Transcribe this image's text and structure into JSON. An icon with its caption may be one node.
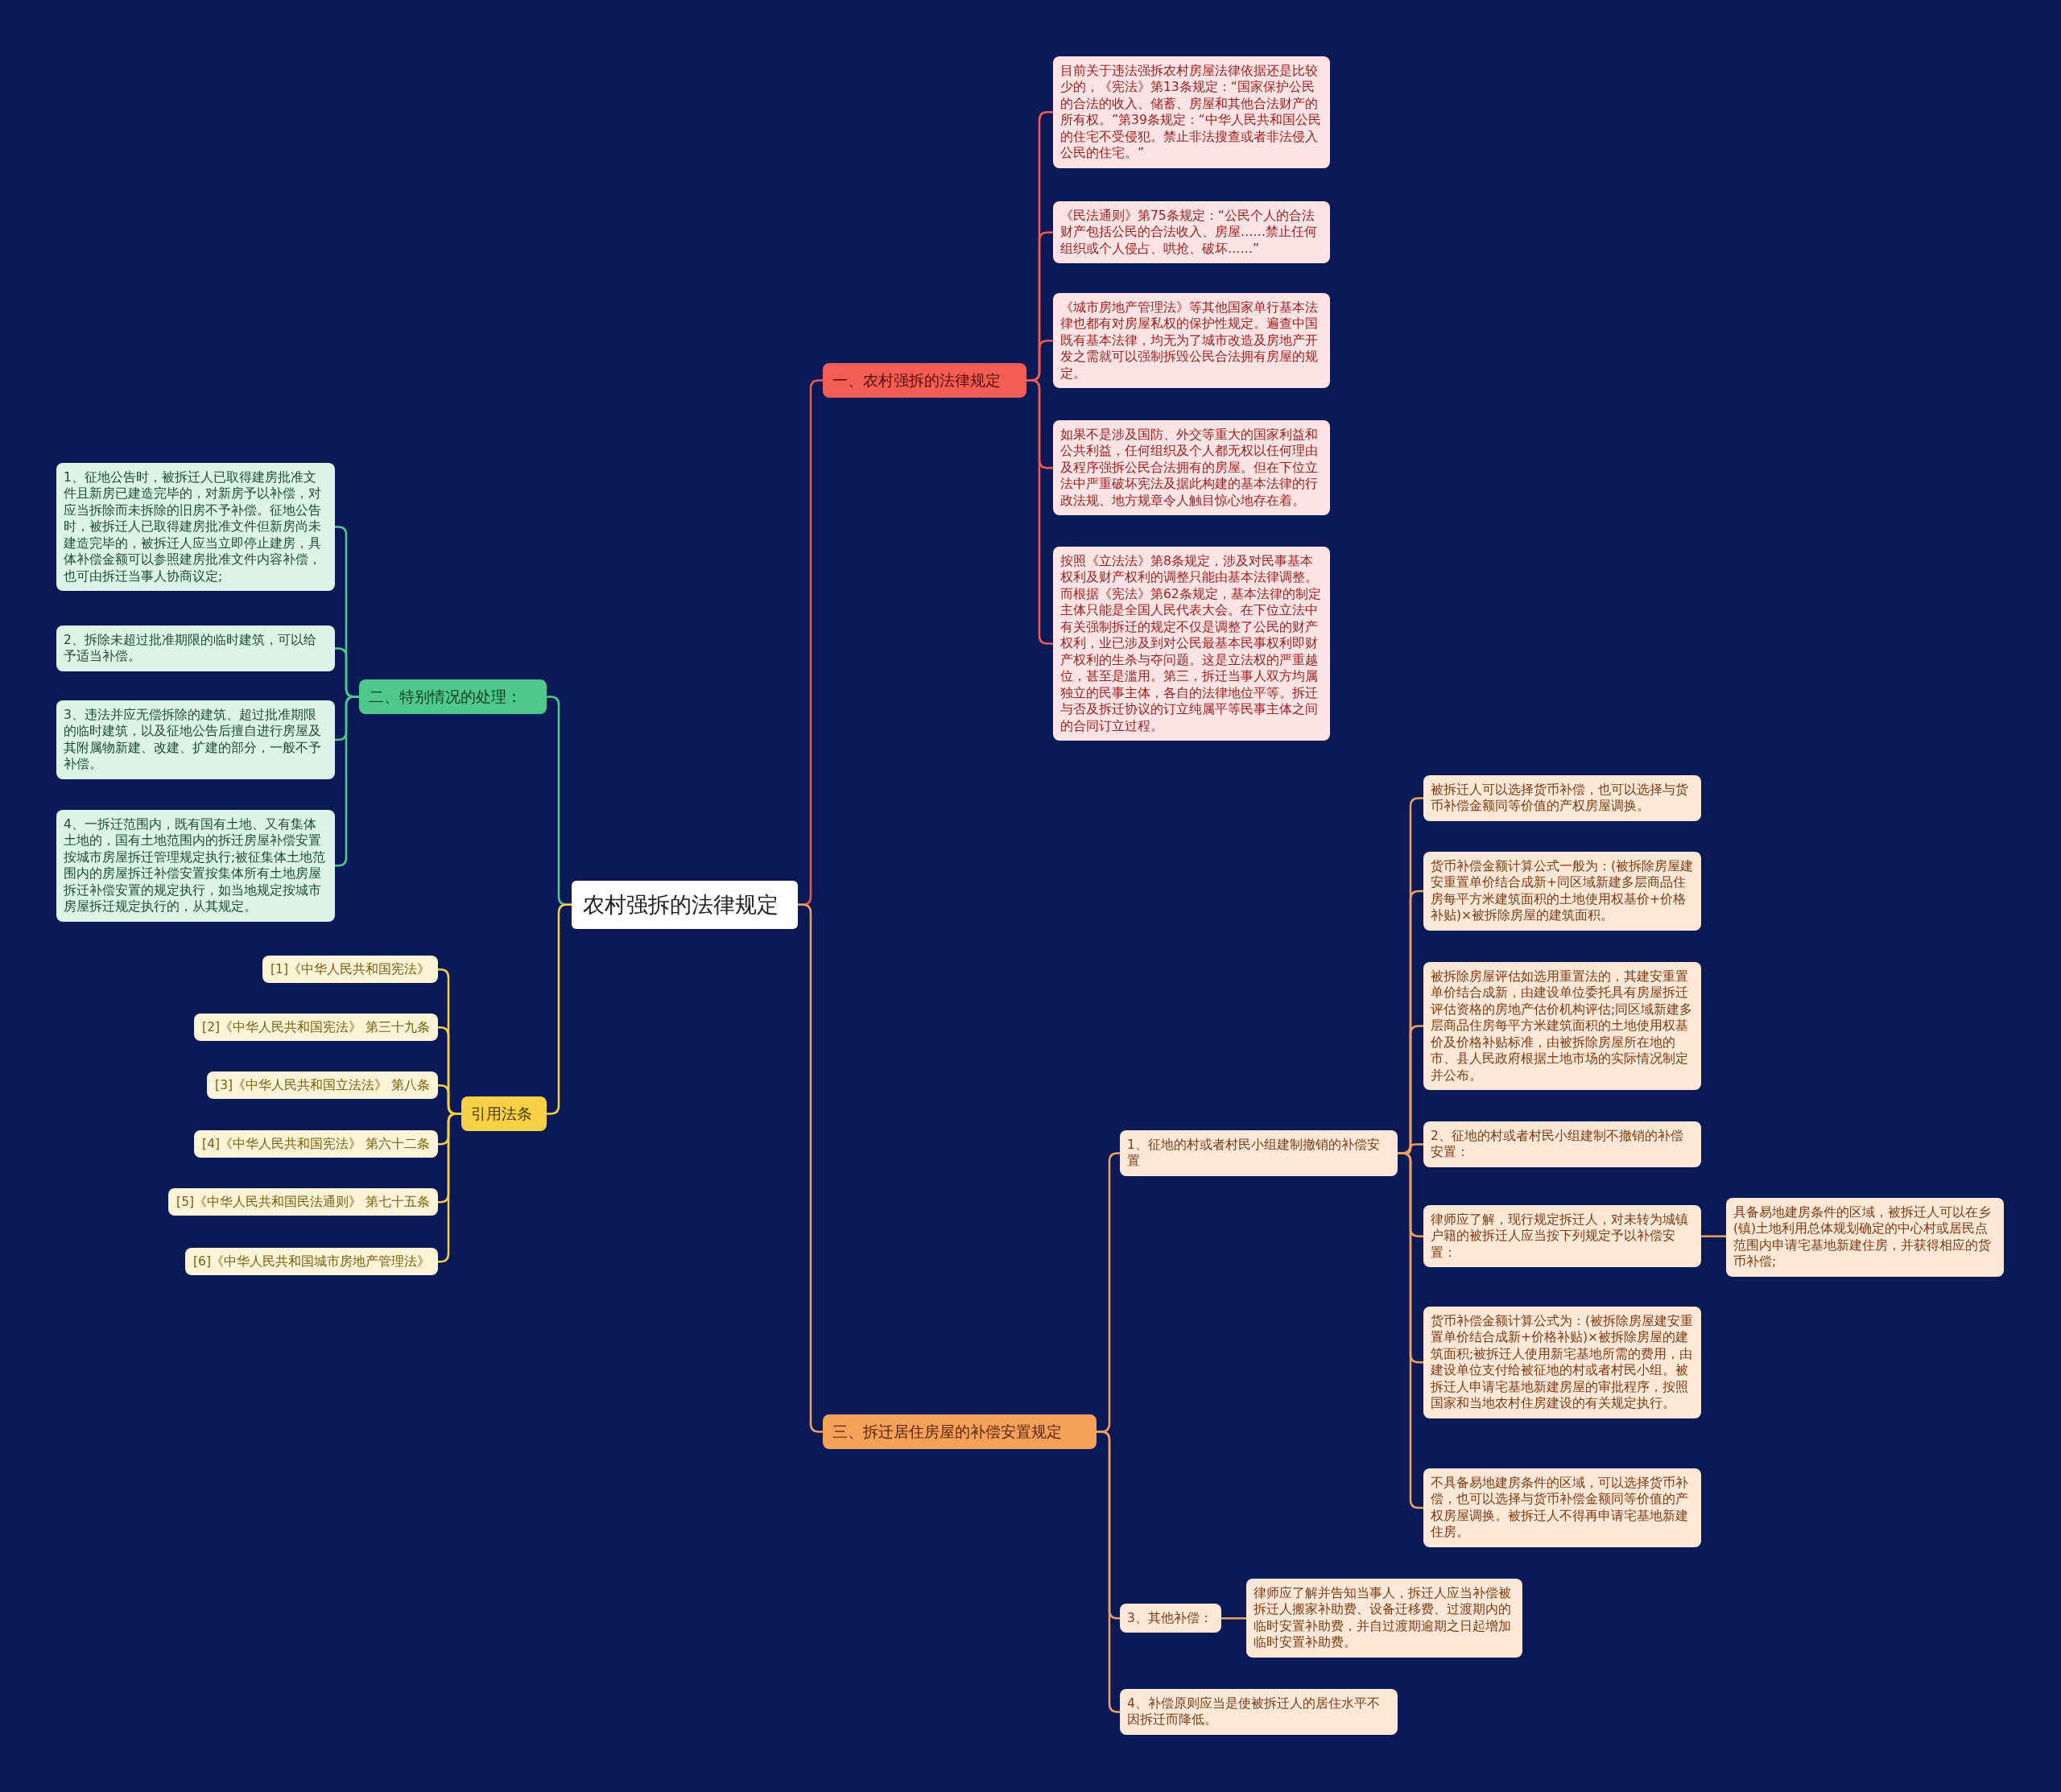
{
  "diagram": {
    "nodes": [
      {
        "text": [
          "农村强拆的法律规定"
        ]
      },
      {
        "text": [
          "一、农村强拆的法律规定"
        ]
      },
      {
        "text": [
          "目前关于违法强拆农村房屋法律依据还是比较少的，《宪法》第13条规定：“国家保护公民的合法的收入、储蓄、房屋和其他合法财产的所有权。”第39条规定：“中华人民共和国公民的住宅不受侵犯。禁止非法搜查或者非法侵入公民的住宅。”"
        ]
      },
      {
        "text": [
          "《民法通则》第75条规定：“公民个人的合法财产包括公民的合法收入、房屋……禁止任何组织或个人侵占、哄抢、破坏……”"
        ]
      },
      {
        "text": [
          "《城市房地产管理法》等其他国家单行基本法律也都有对房屋私权的保护性规定。遍查中国既有基本法律，均无为了城市改造及房地产开发之需就可以强制拆毁公民合法拥有房屋的规定。"
        ]
      },
      {
        "text": [
          "如果不是涉及国防、外交等重大的国家利益和公共利益，任何组织及个人都无权以任何理由及程序强拆公民合法拥有的房屋。但在下位立法中严重破坏宪法及据此构建的基本法律的行政法规、地方规章令人触目惊心地存在着。"
        ]
      },
      {
        "text": [
          "按照《立法法》第8条规定，涉及对民事基本权利及财产权利的调整只能由基本法律调整。而根据《宪法》第62条规定，基本法律的制定主体只能是全国人民代表大会。在下位立法中有关强制拆迁的规定不仅是调整了公民的财产权利，业已涉及到对公民最基本民事权利即财产权利的生杀与夺问题。这是立法权的严重越位，甚至是滥用。第三，拆迁当事人双方均属独立的民事主体，各自的法律地位平等。拆迁与否及拆迁协议的订立纯属平等民事主体之间的合同订立过程。"
        ]
      },
      {
        "text": [
          "二、特别情况的处理："
        ]
      },
      {
        "text": [
          "1、征地公告时，被拆迁人已取得建房批准文件且新房已建造完毕的，对新房予以补偿，对应当拆除而未拆除的旧房不予补偿。征地公告时，被拆迁人已取得建房批准文件但新房尚未建造完毕的，被拆迁人应当立即停止建房，具体补偿金额可以参照建房批准文件内容补偿，也可由拆迁当事人协商议定;"
        ]
      },
      {
        "text": [
          "2、拆除未超过批准期限的临时建筑，可以给予适当补偿。"
        ]
      },
      {
        "text": [
          "3、违法并应无偿拆除的建筑、超过批准期限的临时建筑，以及征地公告后擅自进行房屋及其附属物新建、改建、扩建的部分，一般不予补偿。"
        ]
      },
      {
        "text": [
          "4、一拆迁范围内，既有国有土地、又有集体土地的，国有土地范围内的拆迁房屋补偿安置按城市房屋拆迁管理规定执行;被征集体土地范围内的房屋拆迁补偿安置按集体所有土地房屋拆迁补偿安置的规定执行，如当地规定按城市房屋拆迁规定执行的，从其规定。"
        ]
      },
      {
        "text": [
          "引用法条"
        ]
      },
      {
        "text": [
          "[1]《中华人民共和国宪法》"
        ]
      },
      {
        "text": [
          "[2]《中华人民共和国宪法》 第三十九条"
        ]
      },
      {
        "text": [
          "[3]《中华人民共和国立法法》 第八条"
        ]
      },
      {
        "text": [
          "[4]《中华人民共和国宪法》 第六十二条"
        ]
      },
      {
        "text": [
          "[5]《中华人民共和国民法通则》 第七十五条"
        ]
      },
      {
        "text": [
          "[6]《中华人民共和国城市房地产管理法》"
        ]
      },
      {
        "text": [
          "三、拆迁居住房屋的补偿安置规定"
        ]
      },
      {
        "text": [
          "1、征地的村或者村民小组建制撤销的补偿安置"
        ]
      },
      {
        "text": [
          "被拆迁人可以选择货币补偿，也可以选择与货币补偿金额同等价值的产权房屋调换。"
        ]
      },
      {
        "text": [
          "货币补偿金额计算公式一般为：(被拆除房屋建安重置单价结合成新+同区域新建多层商品住房每平方米建筑面积的土地使用权基价+价格补贴)×被拆除房屋的建筑面积。"
        ]
      },
      {
        "text": [
          "被拆除房屋评估如选用重置法的，其建安重置单价结合成新，由建设单位委托具有房屋拆迁评估资格的房地产估价机构评估;同区域新建多层商品住房每平方米建筑面积的土地使用权基价及价格补贴标准，由被拆除房屋所在地的市、县人民政府根据土地市场的实际情况制定并公布。"
        ]
      },
      {
        "text": [
          "2、征地的村或者村民小组建制不撤销的补偿安置："
        ]
      },
      {
        "text": [
          "律师应了解，现行规定拆迁人，对未转为城镇户籍的被拆迁人应当按下列规定予以补偿安置："
        ]
      },
      {
        "text": [
          "具备易地建房条件的区域，被拆迁人可以在乡(镇)土地利用总体规划确定的中心村或居民点范围内申请宅基地新建住房，并获得相应的货币补偿;"
        ]
      },
      {
        "text": [
          "货币补偿金额计算公式为：(被拆除房屋建安重置单价结合成新+价格补贴)×被拆除房屋的建筑面积;被拆迁人使用新宅基地所需的费用，由建设单位支付给被征地的村或者村民小组。被拆迁人申请宅基地新建房屋的审批程序，按照国家和当地农村住房建设的有关规定执行。"
        ]
      },
      {
        "text": [
          "不具备易地建房条件的区域，可以选择货币补偿，也可以选择与货币补偿金额同等价值的产权房屋调换。被拆迁人不得再申请宅基地新建住房。"
        ]
      },
      {
        "text": [
          "3、其他补偿："
        ]
      },
      {
        "text": [
          "律师应了解并告知当事人，拆迁人应当补偿被拆迁人搬家补助费、设备迁移费、过渡期内的临时安置补助费，并自过渡期逾期之日起增加临时安置补助费。"
        ]
      },
      {
        "text": [
          "4、补偿原则应当是使被拆迁人的居住水平不因拆迁而降低。"
        ]
      }
    ],
    "edges": [
      {
        "from": 0,
        "to": 1,
        "arrow": "none",
        "color": "#f05a55"
      },
      {
        "from": 1,
        "to": 2,
        "arrow": "none",
        "color": "#f05a55"
      },
      {
        "from": 1,
        "to": 3,
        "arrow": "none",
        "color": "#f05a55"
      },
      {
        "from": 1,
        "to": 4,
        "arrow": "none",
        "color": "#f05a55"
      },
      {
        "from": 1,
        "to": 5,
        "arrow": "none",
        "color": "#f05a55"
      },
      {
        "from": 1,
        "to": 6,
        "arrow": "none",
        "color": "#f05a55"
      },
      {
        "from": 0,
        "to": 7,
        "arrow": "none",
        "color": "#4fc98b"
      },
      {
        "from": 7,
        "to": 8,
        "arrow": "none",
        "color": "#4fc98b"
      },
      {
        "from": 7,
        "to": 9,
        "arrow": "none",
        "color": "#4fc98b"
      },
      {
        "from": 7,
        "to": 10,
        "arrow": "none",
        "color": "#4fc98b"
      },
      {
        "from": 7,
        "to": 11,
        "arrow": "none",
        "color": "#4fc98b"
      },
      {
        "from": 0,
        "to": 12,
        "arrow": "none",
        "color": "#f5cf45"
      },
      {
        "from": 12,
        "to": 13,
        "arrow": "none",
        "color": "#f5cf45"
      },
      {
        "from": 12,
        "to": 14,
        "arrow": "none",
        "color": "#f5cf45"
      },
      {
        "from": 12,
        "to": 15,
        "arrow": "none",
        "color": "#f5cf45"
      },
      {
        "from": 12,
        "to": 16,
        "arrow": "none",
        "color": "#f5cf45"
      },
      {
        "from": 12,
        "to": 17,
        "arrow": "none",
        "color": "#f5cf45"
      },
      {
        "from": 12,
        "to": 18,
        "arrow": "none",
        "color": "#f5cf45"
      },
      {
        "from": 0,
        "to": 19,
        "arrow": "none"
      },
      {
        "from": 19,
        "to": 20,
        "arrow": "none"
      },
      {
        "from": 20,
        "to": 21,
        "arrow": "none"
      },
      {
        "from": 20,
        "to": 22,
        "arrow": "none"
      },
      {
        "from": 20,
        "to": 23,
        "arrow": "none"
      },
      {
        "from": 20,
        "to": 24,
        "arrow": "none"
      },
      {
        "from": 20,
        "to": 25,
        "arrow": "none"
      },
      {
        "from": 25,
        "to": 26,
        "arrow": "none"
      },
      {
        "from": 20,
        "to": 27,
        "arrow": "none"
      },
      {
        "from": 20,
        "to": 28,
        "arrow": "none"
      },
      {
        "from": 19,
        "to": 29,
        "arrow": "none"
      },
      {
        "from": 29,
        "to": 30,
        "arrow": "none"
      },
      {
        "from": 19,
        "to": 31,
        "arrow": "none"
      }
    ]
  }
}
